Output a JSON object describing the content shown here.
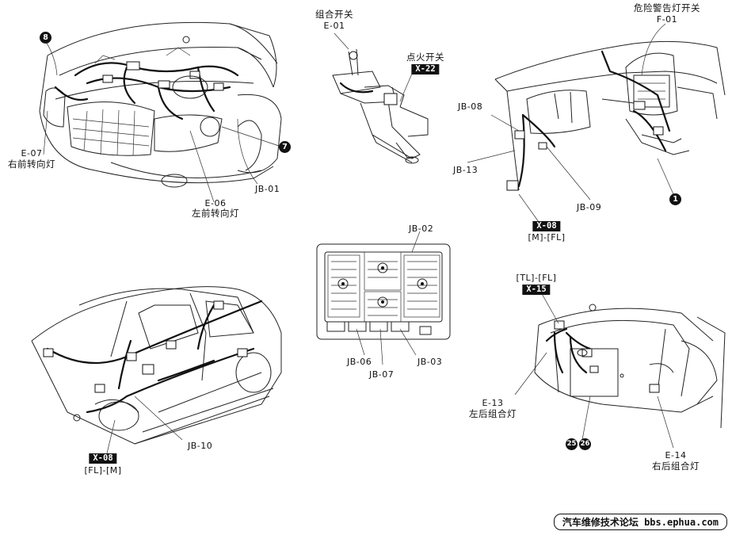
{
  "labels": {
    "e07_code": "E-07",
    "e07_name": "右前转向灯",
    "e06_code": "E-06",
    "e06_name": "左前转向灯",
    "jb01": "JB-01",
    "e01_name": "组合开关",
    "e01_code": "E-01",
    "x22_name": "点火开关",
    "x22_code": "X-22",
    "f01_name": "危险警告灯开关",
    "f01_code": "F-01",
    "jb08": "JB-08",
    "jb13": "JB-13",
    "jb09": "JB-09",
    "x08_top_code": "X-08",
    "x08_top_sub": "[M]-[FL]",
    "jb02": "JB-02",
    "jb06": "JB-06",
    "jb07": "JB-07",
    "jb03": "JB-03",
    "jb10": "JB-10",
    "x08_bot_code": "X-08",
    "x08_bot_sub": "[FL]-[M]",
    "x15_sub": "[TL]-[FL]",
    "x15_code": "X-15",
    "e13_code": "E-13",
    "e13_name": "左后组合灯",
    "e14_code": "E-14",
    "e14_name": "右后组合灯"
  },
  "badges": {
    "b8": "8",
    "b7": "7",
    "b1": "1",
    "b25": "25",
    "b26": "26"
  },
  "watermark": "汽车维修技术论坛 bbs.ephua.com"
}
